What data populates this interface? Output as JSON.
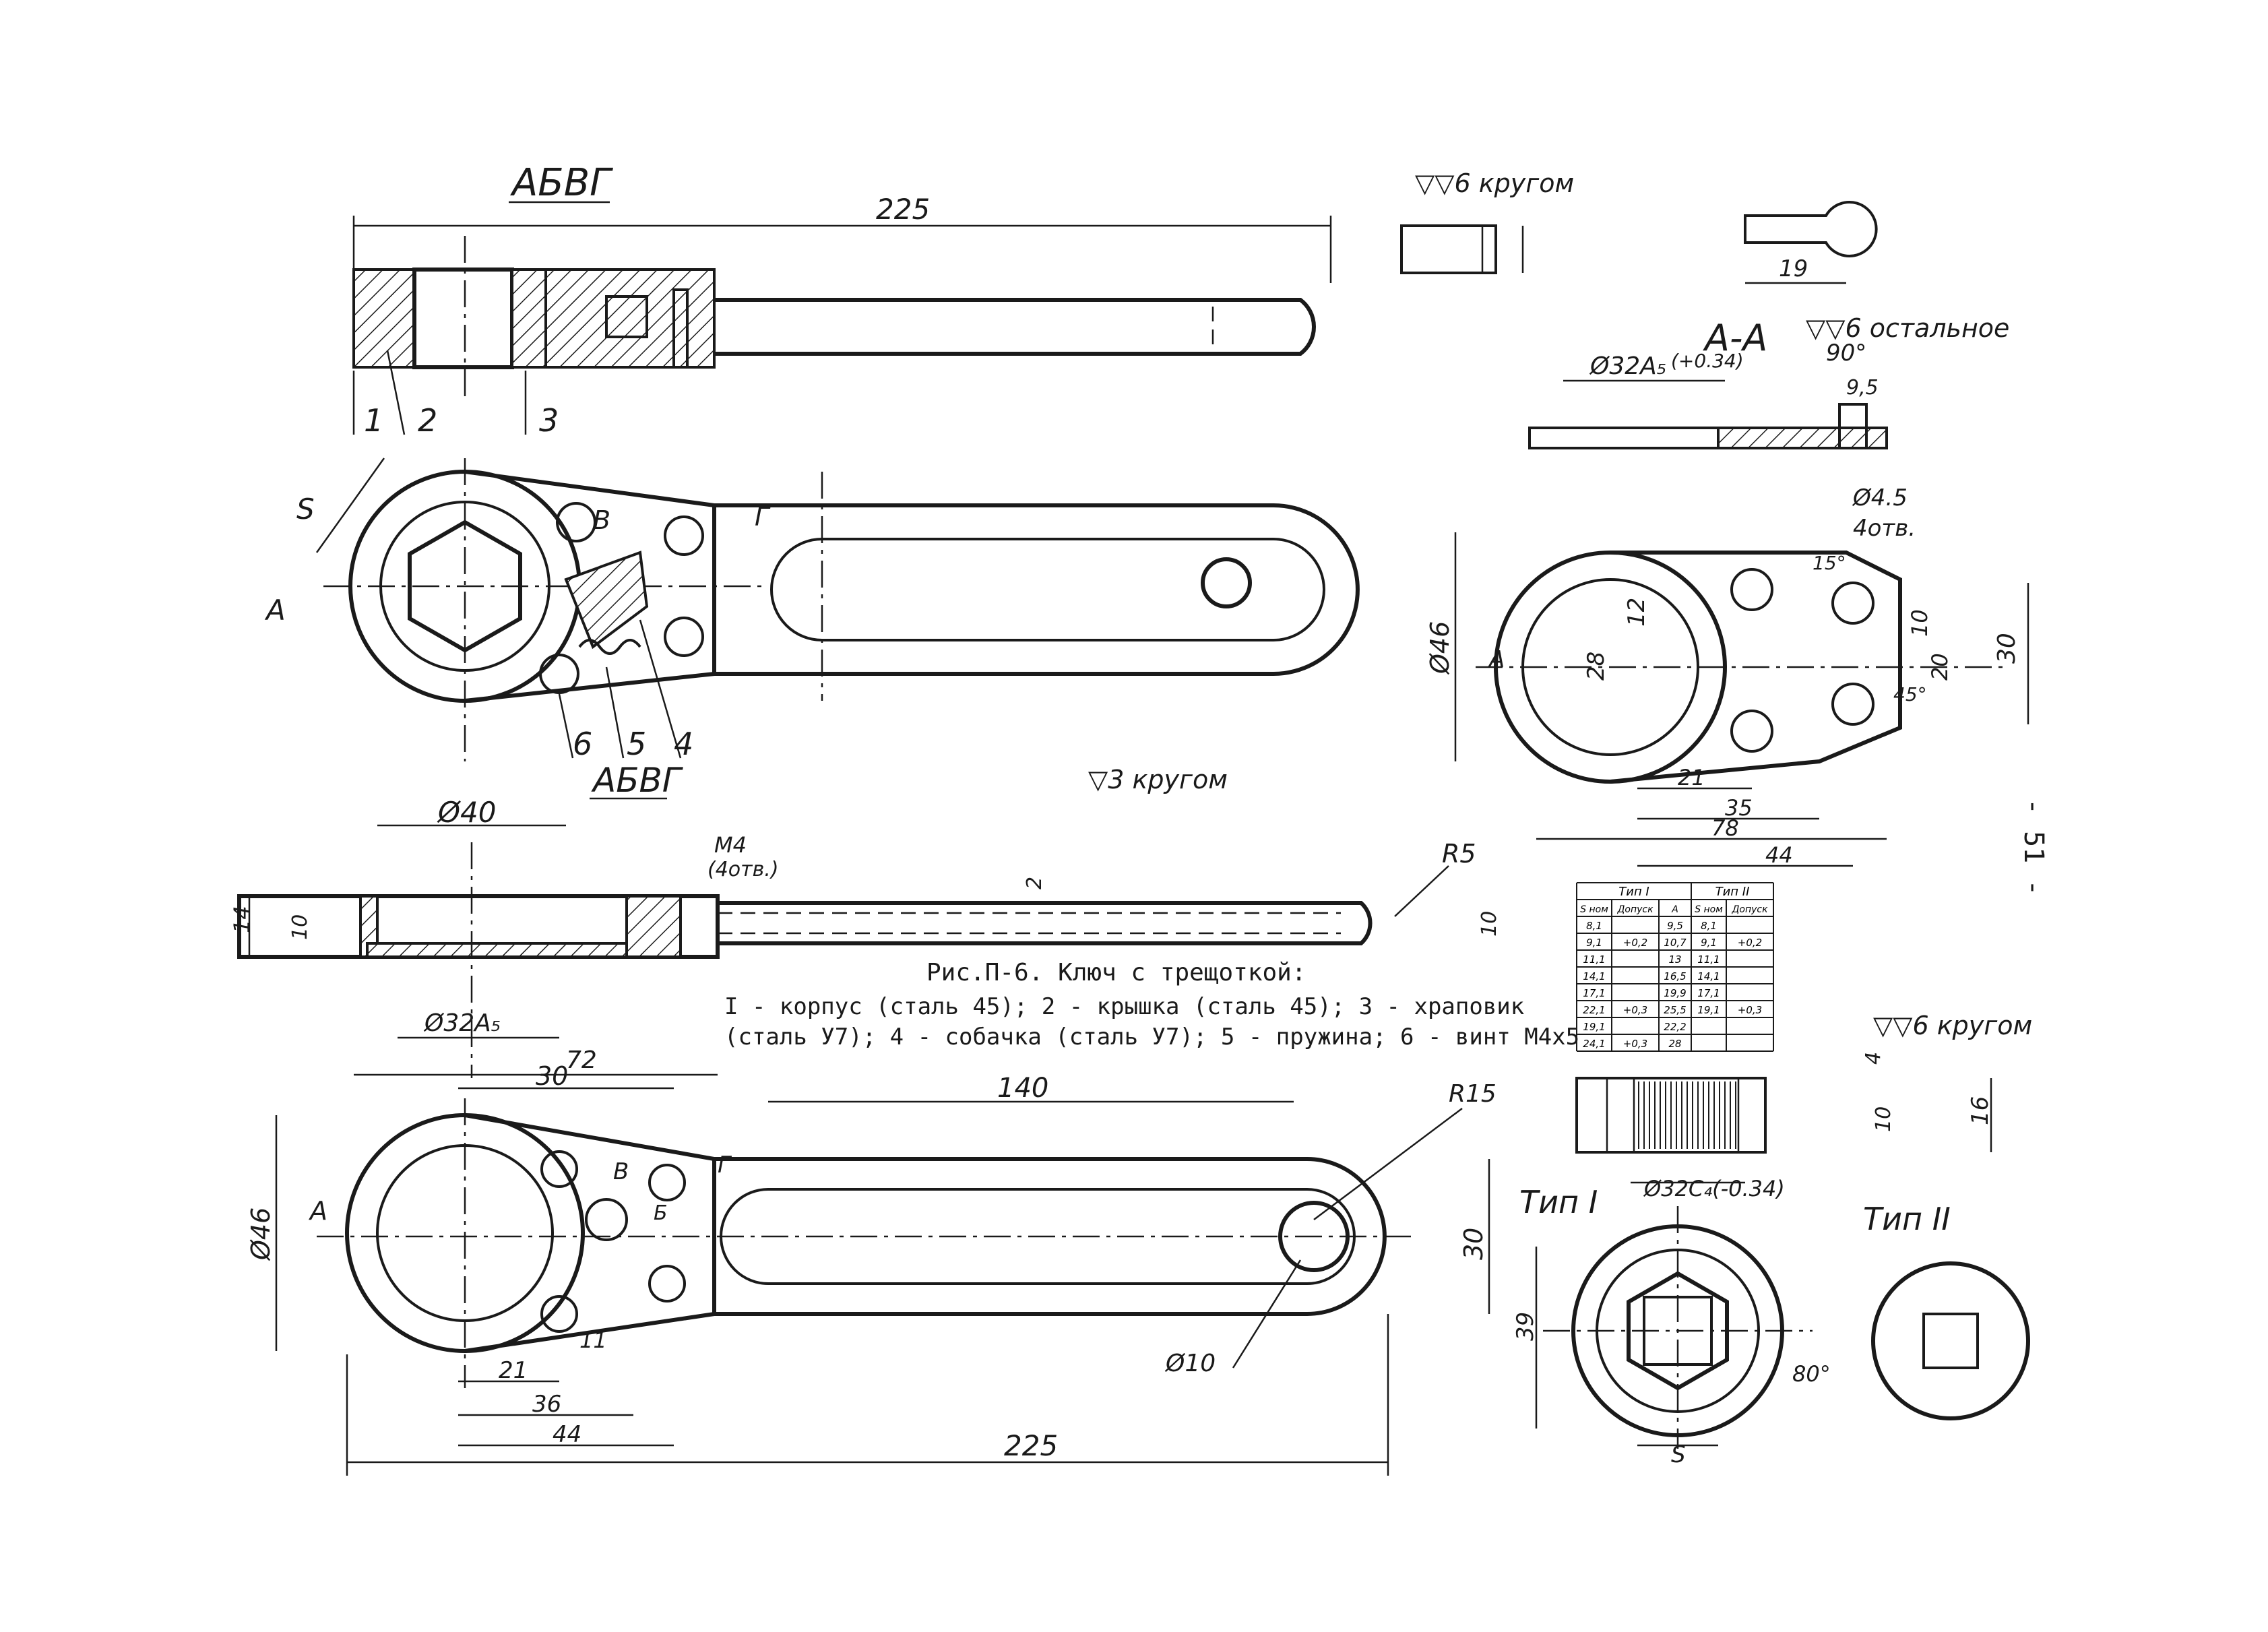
{
  "labels": {
    "section_abvg_top": "АБВГ",
    "section_abvg_mid": "АБВГ",
    "dim_225_top": "225",
    "dim_225_bottom": "225",
    "callout_1": "1",
    "callout_2": "2",
    "callout_3": "3",
    "callout_4": "4",
    "callout_5": "5",
    "callout_6": "6",
    "finish_krugom_6a": "▽▽6 кругом",
    "finish_ostalnoe": "▽▽6 остальное",
    "finish_krugom_3": "▽3 кругом",
    "finish_krugom_6b": "▽▽6 кругом",
    "section_aa": "А-А",
    "dim_phi32_aa": "Ø32A₅",
    "dim_tol_aa": "(+0.34)",
    "dim_90deg_top": "90°",
    "dim_9_5": "9,5",
    "dim_phi4_5": "Ø4.5",
    "dim_4otv": "4отв.",
    "dim_phi46_right": "Ø46",
    "dim_28": "28",
    "dim_12": "12",
    "dim_10": "10",
    "dim_20_right": "20",
    "dim_30_right": "30",
    "dim_15deg": "15°",
    "dim_45deg": "45°",
    "dim_21_right": "21",
    "dim_35": "35",
    "dim_78": "78",
    "dim_44_right": "44",
    "dim_phi40": "Ø40",
    "dim_m4": "M4",
    "dim_4otv_b": "(4отв.)",
    "dim_r5": "R5",
    "dim_14": "14",
    "dim_10_left": "10",
    "dim_2": "2",
    "dim_10_endright": "10",
    "dim_phi32_bottom": "Ø32A₅",
    "dim_72": "72",
    "dim_30_top": "30",
    "dim_140": "140",
    "dim_r15": "R15",
    "dim_phi46_left": "Ø46",
    "dim_30_bottomright": "30",
    "dim_21_bottom": "21",
    "dim_36": "36",
    "dim_44_bottom": "44",
    "dim_phi10": "Ø10",
    "dim_11": "11",
    "dim_s_top": "S",
    "dim_s_bottom": "S",
    "dim_39": "39",
    "dim_80deg": "80°",
    "dim_phi32c": "Ø32C₄(-0.34)",
    "dim_16": "16",
    "dim_4": "4",
    "dim_10_phi": "10",
    "type_1": "Тип I",
    "type_2": "Тип II",
    "section_mark_a": "А",
    "section_mark_g": "Г",
    "section_mark_v": "В",
    "section_mark_b": "Б",
    "page_number": "- 51 -"
  },
  "caption": {
    "title": "Рис.П-6. Ключ с трещоткой:",
    "line1": "I - корпус (сталь 45); 2 - крышка (сталь 45); 3 - храповик",
    "line2": "(сталь У7); 4 - собачка (сталь У7); 5 - пружина; 6 - винт М4х5"
  },
  "spec_table": {
    "headers": [
      "Тип I",
      "Тип II"
    ],
    "subheaders": [
      "S ном",
      "Допуск",
      "А",
      "S ном",
      "Допуск"
    ],
    "rows": [
      [
        "8,1",
        "",
        "9,5",
        "8,1",
        ""
      ],
      [
        "9,1",
        "+0,2",
        "10,7",
        "9,1",
        "+0,2"
      ],
      [
        "11,1",
        "",
        "13",
        "11,1",
        ""
      ],
      [
        "14,1",
        "",
        "16,5",
        "14,1",
        ""
      ],
      [
        "17,1",
        "",
        "19,9",
        "17,1",
        ""
      ],
      [
        "22,1",
        "+0,3",
        "25,5",
        "19,1",
        "+0,3"
      ],
      [
        "19,1",
        "",
        "22,2",
        "",
        ""
      ],
      [
        "24,1",
        "+0,3",
        "28",
        "",
        ""
      ]
    ]
  }
}
